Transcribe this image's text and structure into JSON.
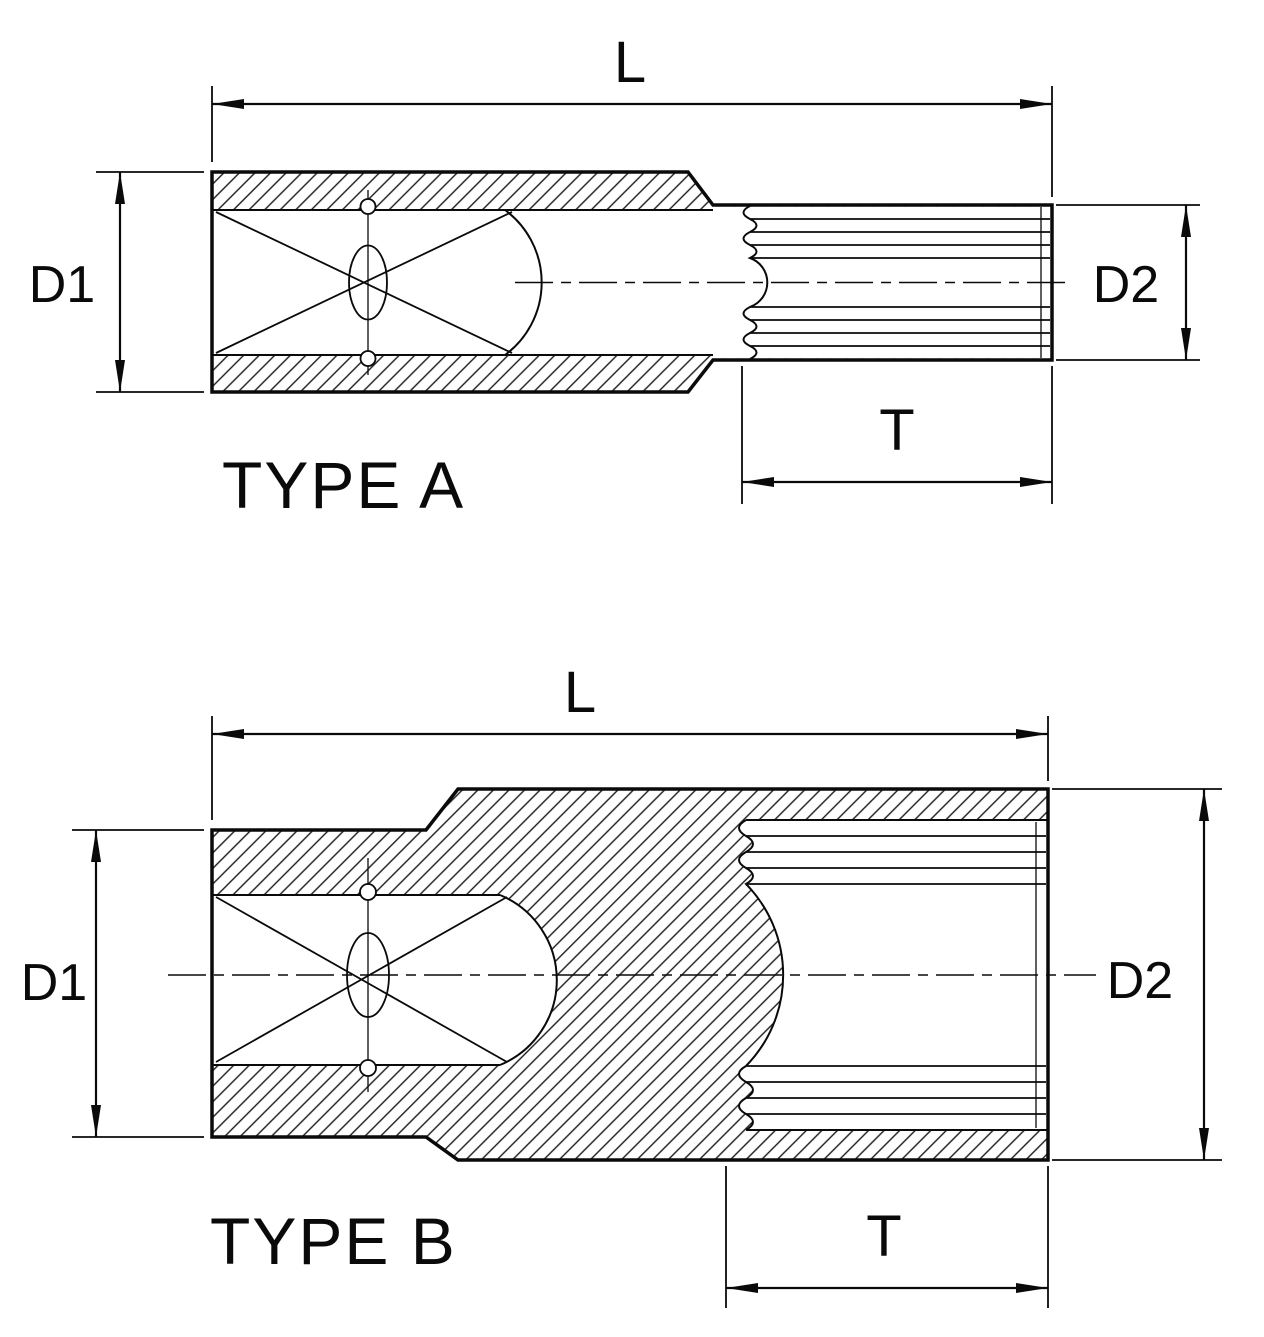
{
  "drawing": {
    "background": "#ffffff",
    "ink": "#0a0a0a",
    "views": {
      "type_a": {
        "title": "TYPE A",
        "dim_overall_length": "L",
        "dim_rear_diameter": "D1",
        "dim_front_diameter": "D2",
        "dim_broach_depth": "T"
      },
      "type_b": {
        "title": "TYPE B",
        "dim_overall_length": "L",
        "dim_rear_diameter": "D1",
        "dim_front_diameter": "D2",
        "dim_broach_depth": "T"
      }
    }
  }
}
